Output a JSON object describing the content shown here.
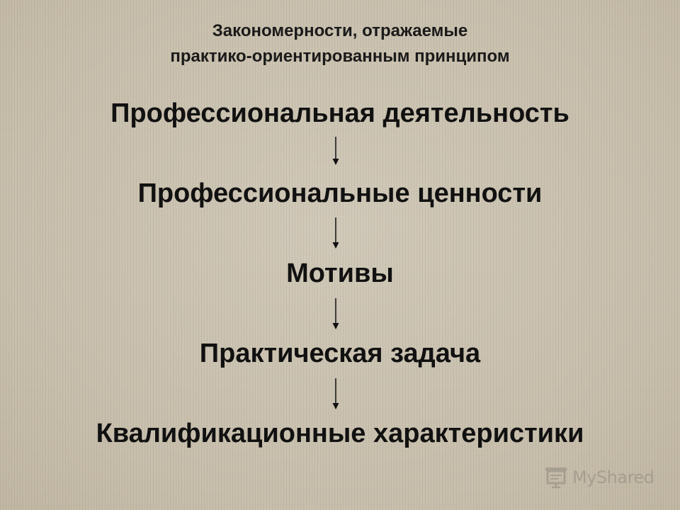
{
  "title": {
    "line1": "Закономерности, отражаемые",
    "line2": "практико-ориентированным принципом"
  },
  "steps": [
    "Профессиональная деятельность",
    "Профессиональные ценности",
    "Мотивы",
    "Практическая задача",
    "Квалификационные характеристики"
  ],
  "watermark": {
    "text": "MyShared",
    "icon": "projector-screen-icon"
  },
  "colors": {
    "background": "#c9c0ae",
    "text": "#111111",
    "arrow": "#111111"
  }
}
